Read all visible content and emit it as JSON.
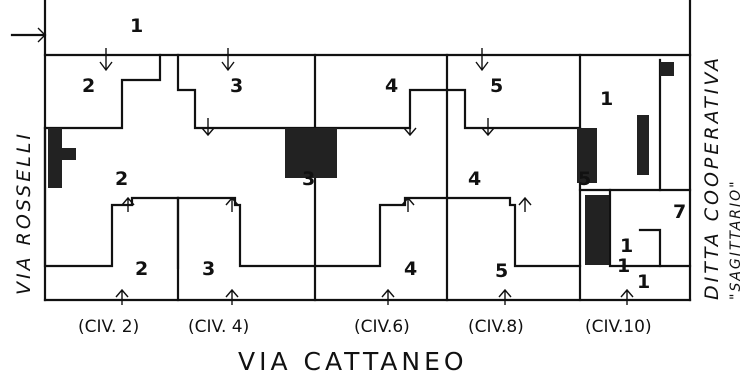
{
  "streets": {
    "bottom": "VIA CATTANEO",
    "left": "VIA ROSSELLI",
    "right_line1": "DITTA COOPERATIVA",
    "right_line2": "\"SAGITTARIO\""
  },
  "civics": [
    "(CIV. 2)",
    "(CIV. 4)",
    "(CIV.6)",
    "(CIV.8)",
    "(CIV.10)"
  ],
  "labels": {
    "top_area": "1",
    "upper_2": "2",
    "upper_3": "3",
    "upper_4": "4",
    "upper_5": "5",
    "right_1": "1",
    "mid_2": "2",
    "mid_3": "3",
    "mid_4": "4",
    "mid_5": "5",
    "low_2": "2",
    "low_3": "3",
    "low_4": "4",
    "low_5": "5",
    "right_7": "7",
    "right_small_1": "1",
    "right_small_1b": "1",
    "right_bottom_1": "1"
  }
}
